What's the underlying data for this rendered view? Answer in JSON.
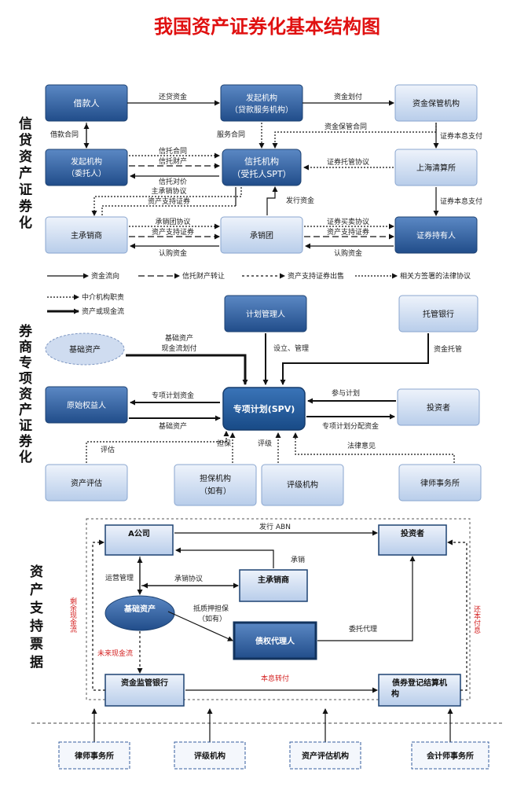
{
  "title": "我国资产证券化基本结构图",
  "colors": {
    "title": "#e01010",
    "dark_box": "#2f5f9e",
    "light_box": "#c9d9f0",
    "line": "#111111"
  },
  "sections": {
    "credit": "信贷资产证券化",
    "broker": "券商专项资产证券化",
    "abn": "资产支持票据"
  },
  "credit": {
    "boxes": {
      "borrower": "借款人",
      "originator_1": "发起机构",
      "originator_2": "（贷款服务机构）",
      "custodian": "资金保管机构",
      "originator_delegator_1": "发起机构",
      "originator_delegator_2": "（委托人）",
      "trust_1": "信托机构",
      "trust_2": "（受托人SPT）",
      "shanghai_clearing": "上海清算所",
      "lead_underwriter": "主承销商",
      "syndicate": "承销团",
      "holders": "证券持有人"
    },
    "labels": {
      "repay": "还贷资金",
      "fund_transfer": "资金划付",
      "loan_contract": "借款合同",
      "service_contract": "服务合同",
      "custody_contract": "资金保管合同",
      "interest_pay_1": "证券本息支付",
      "trust_contract": "信托合同",
      "trust_property": "信托财产",
      "trust_consideration": "信托对价",
      "securities_custody": "证券托管协议",
      "underwriting_agreement": "主承销协议",
      "asset_backed_1": "资产支持证券",
      "issue_funds": "发行资金",
      "interest_pay_2": "证券本息支付",
      "syndicate_agreement": "承销团协议",
      "asset_backed_2": "资产支持证券",
      "subscribe_1": "认购资金",
      "purchase_agreement": "证券买卖协议",
      "asset_backed_3": "资产支持证券",
      "subscribe_2": "认购资金"
    },
    "legend": {
      "fund_flow": "资金流向",
      "trust_transfer": "信托财产转让",
      "abs_sale": "资产支持证券出售",
      "legal_agreement": "相关方签署的法律协议"
    }
  },
  "broker": {
    "legend": {
      "intermediary": "中介机构职责",
      "asset_cash": "资产或现金流"
    },
    "boxes": {
      "plan_manager": "计划管理人",
      "custodian_bank": "托管银行",
      "base_asset": "基础资产",
      "original_owner": "原始权益人",
      "spv": "专项计划(SPV)",
      "investor": "投资者",
      "asset_appraisal": "资产评估",
      "guarantor_1": "担保机构",
      "guarantor_2": "（如有）",
      "rating_agency": "评级机构",
      "law_firm": "律师事务所"
    },
    "labels": {
      "cashflow_1": "基础资产",
      "cashflow_2": "现金流划付",
      "establish_manage": "设立、管理",
      "fund_custody": "资金托管",
      "plan_funds": "专项计划资金",
      "participate": "参与计划",
      "base_asset_lbl": "基础资产",
      "distribute": "专项计划分配资金",
      "appraisal": "评估",
      "guarantee": "担保",
      "rating": "评级",
      "legal_opinion": "法律意见"
    }
  },
  "abn": {
    "boxes": {
      "company_a": "A公司",
      "investor": "投资者",
      "lead_underwriter": "主承销商",
      "base_asset": "基础资产",
      "creditor_agent": "债权代理人",
      "supervision_bank": "资金监管银行",
      "registrar_1": "债券登记结算机",
      "registrar_2": "构",
      "law_firm": "律师事务所",
      "rating_agency": "评级机构",
      "appraisal_agency": "资产评估机构",
      "accounting_firm": "会计师事务所"
    },
    "labels": {
      "issue_abn": "发行 ABN",
      "underwrite": "承销",
      "ops_manage": "运营管理",
      "underwriting_agreement": "承销协议",
      "pledge_1": "抵质押担保",
      "pledge_2": "（如有）",
      "entrust_agent": "委托代理",
      "surplus_cash": "剩余现金流",
      "future_cash": "未来现金流",
      "interest_transfer": "本息转付",
      "principal_pay": "还本付息"
    }
  }
}
